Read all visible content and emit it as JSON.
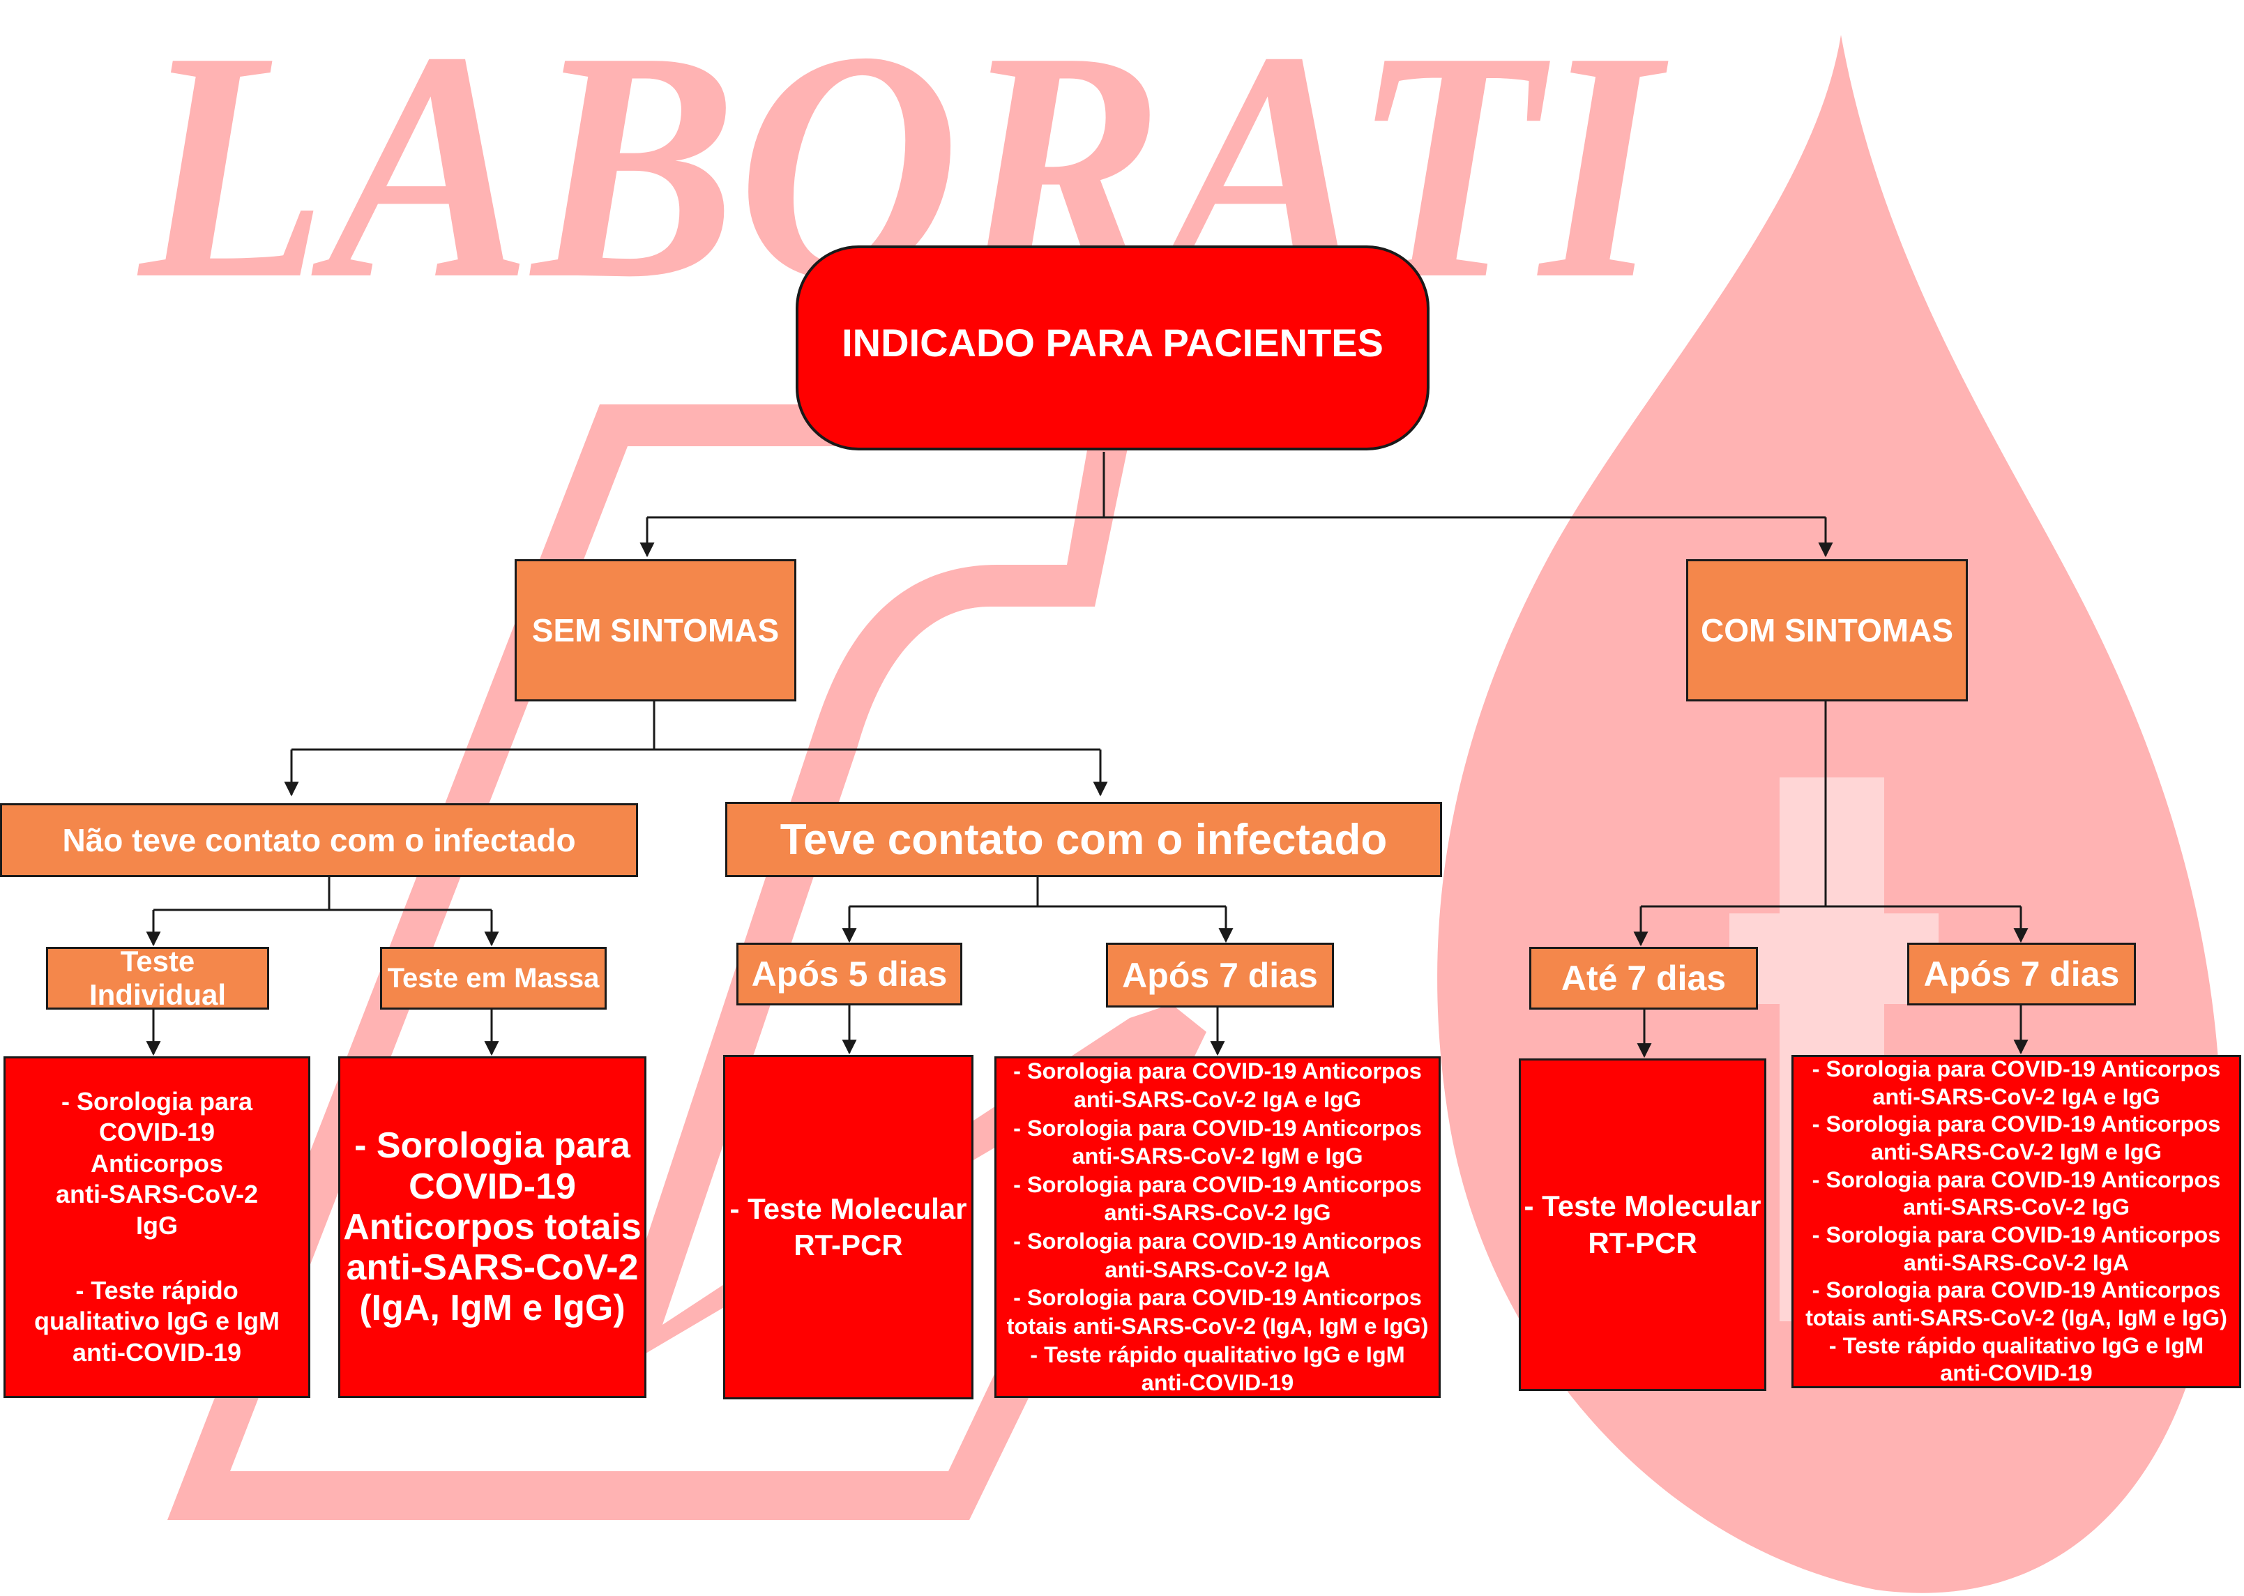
{
  "watermark": {
    "text": "LABORATI",
    "color": "#ffb3b3"
  },
  "root": {
    "label": "INDICADO PARA PACIENTES"
  },
  "left": {
    "label": "SEM SINTOMAS",
    "no_contact": {
      "label": "Não teve contato com o infectado",
      "individual": {
        "label": "Teste Individual",
        "result": [
          "- Sorologia para",
          "COVID-19",
          "Anticorpos",
          "anti-SARS-CoV-2",
          "IgG",
          "- Teste rápido",
          "qualitativo IgG e IgM",
          "anti-COVID-19"
        ]
      },
      "mass": {
        "label": "Teste em Massa",
        "result": [
          "- Sorologia para",
          "COVID-19",
          "Anticorpos totais",
          "anti-SARS-CoV-2",
          "(IgA, IgM e IgG)"
        ]
      }
    },
    "contact": {
      "label": "Teve contato com o infectado",
      "after5": {
        "label": "Após 5 dias",
        "result": [
          "- Teste Molecular",
          "RT-PCR"
        ]
      },
      "after7": {
        "label": "Após 7 dias",
        "result": [
          "- Sorologia para COVID-19 Anticorpos",
          "anti-SARS-CoV-2 IgA e IgG",
          "- Sorologia para COVID-19 Anticorpos",
          "anti-SARS-CoV-2 IgM e IgG",
          "- Sorologia para COVID-19 Anticorpos",
          "anti-SARS-CoV-2  IgG",
          "- Sorologia para COVID-19 Anticorpos",
          "anti-SARS-CoV-2 IgA",
          "- Sorologia para COVID-19 Anticorpos",
          "totais anti-SARS-CoV-2 (IgA, IgM e IgG)",
          "- Teste rápido qualitativo IgG e IgM",
          "anti-COVID-19"
        ]
      }
    }
  },
  "right": {
    "label": "COM SINTOMAS",
    "until7": {
      "label": "Até 7 dias",
      "result": [
        "- Teste Molecular",
        "RT-PCR"
      ]
    },
    "after7": {
      "label": "Após 7 dias",
      "result": [
        "- Sorologia para COVID-19 Anticorpos",
        "anti-SARS-CoV-2 IgA e IgG",
        "- Sorologia para COVID-19 Anticorpos",
        "anti-SARS-CoV-2 IgM e IgG",
        "- Sorologia para COVID-19 Anticorpos",
        "anti-SARS-CoV-2  IgG",
        "- Sorologia para COVID-19 Anticorpos",
        "anti-SARS-CoV-2 IgA",
        "- Sorologia para COVID-19 Anticorpos",
        "totais anti-SARS-CoV-2 (IgA, IgM e IgG)",
        "- Teste rápido qualitativo IgG e IgM",
        "anti-COVID-19"
      ]
    }
  },
  "colors": {
    "root_fill": "#ff0000",
    "category_fill": "#f4874b",
    "result_fill": "#ff0000",
    "background_shapes": "#ffb3b3",
    "connector": "#1a1a1a"
  }
}
